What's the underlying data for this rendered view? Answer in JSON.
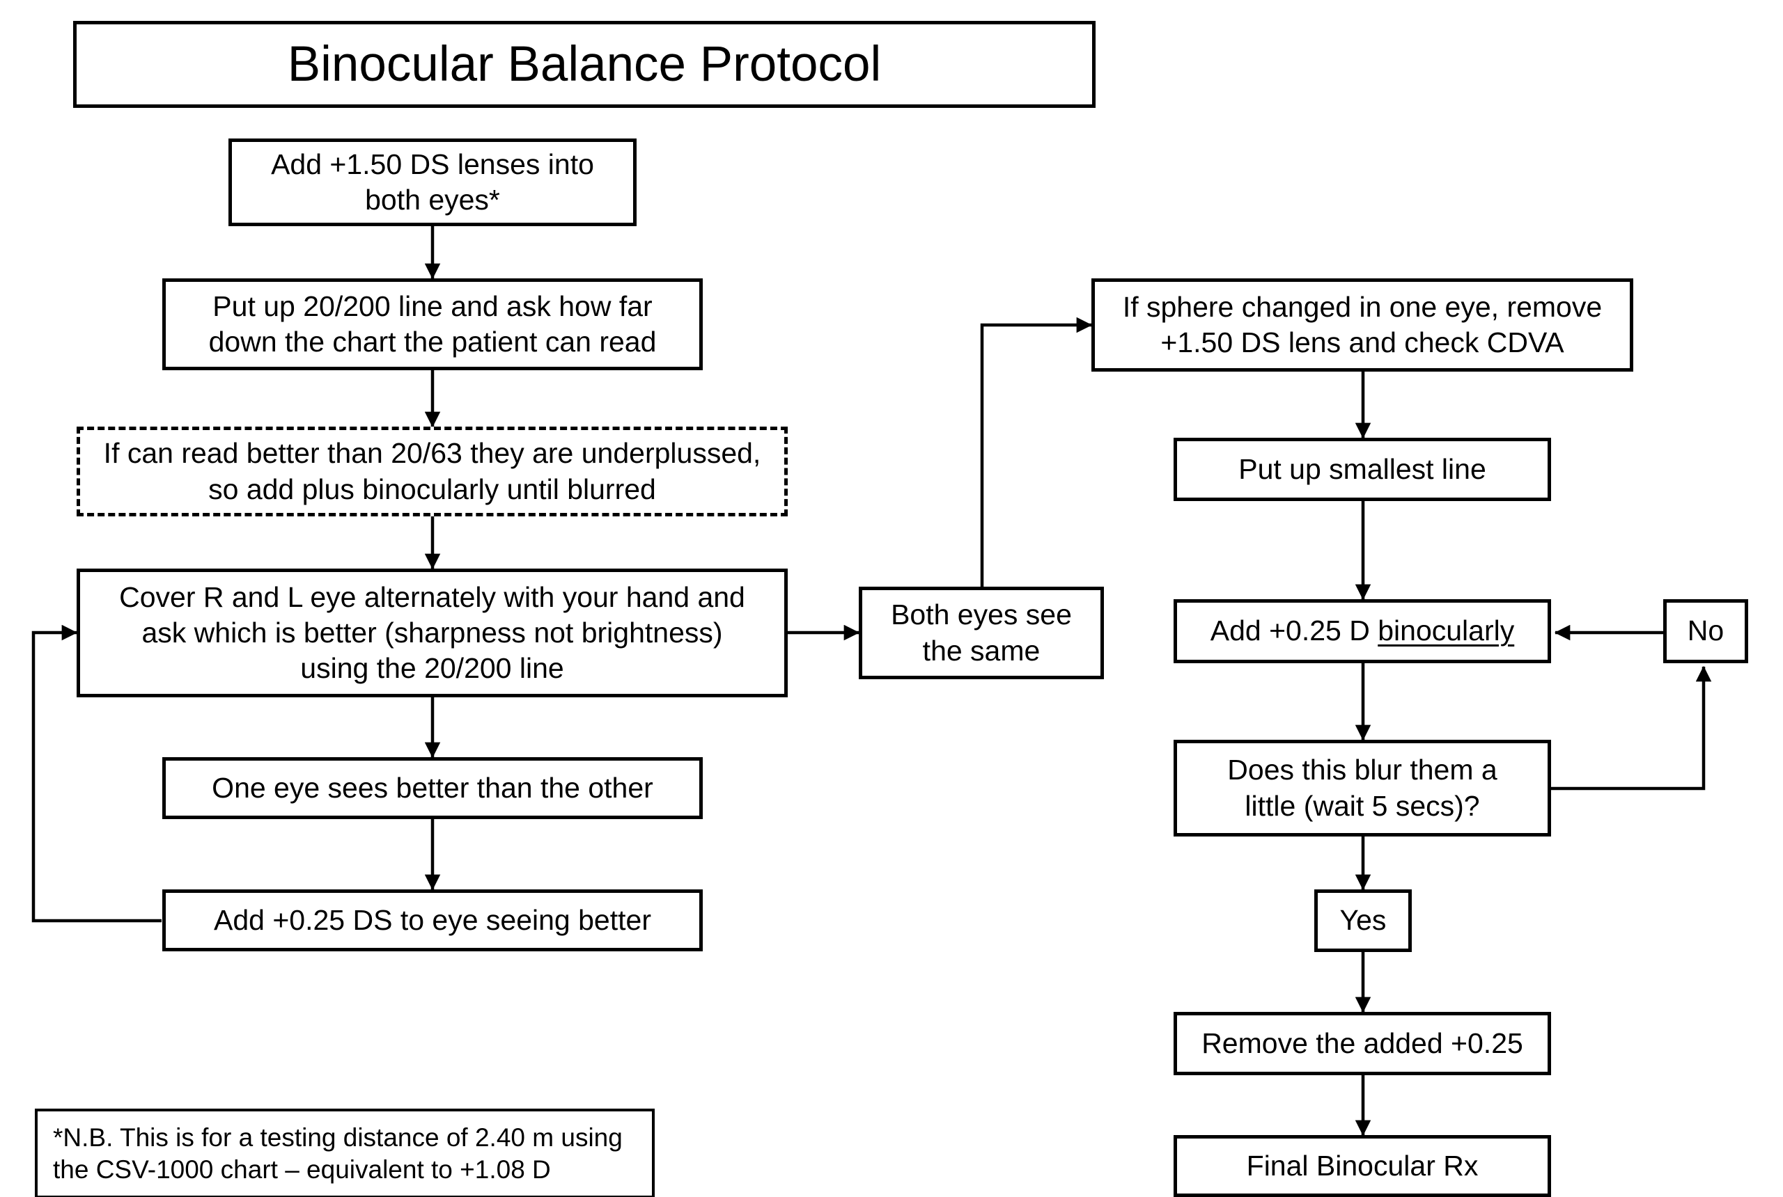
{
  "title": "Binocular Balance Protocol",
  "steps": {
    "add_150": "Add +1.50 DS lenses into\nboth eyes*",
    "put_up_20_200": "Put up 20/200 line and ask how far\ndown the chart the patient can read",
    "if_read_better": "If can read better than 20/63 they are underplussed,\nso add plus binocularly until blurred",
    "cover_alternately": "Cover R and L eye alternately with your hand and\nask which is better (sharpness not brightness)\nusing the 20/200 line",
    "one_eye_better": "One eye sees better than the other",
    "add_025_better_eye": "Add +0.25 DS to eye seeing better",
    "both_same": "Both eyes see\nthe same",
    "sphere_changed": "If sphere changed in one eye, remove\n+1.50 DS lens and check CDVA",
    "smallest_line": "Put up smallest line",
    "add_025_bino_prefix": "Add +0.25 D ",
    "add_025_bino_underlined": "binocularly",
    "blur_question": "Does this blur them a\nlittle (wait 5 secs)?",
    "no": "No",
    "yes": "Yes",
    "remove_added": "Remove the added +0.25",
    "final_rx": "Final Binocular Rx"
  },
  "footnote": "*N.B. This is for a testing distance of 2.40 m using\nthe CSV-1000 chart – equivalent to +1.08 D",
  "colors": {
    "line": "#000000",
    "background": "#ffffff"
  }
}
